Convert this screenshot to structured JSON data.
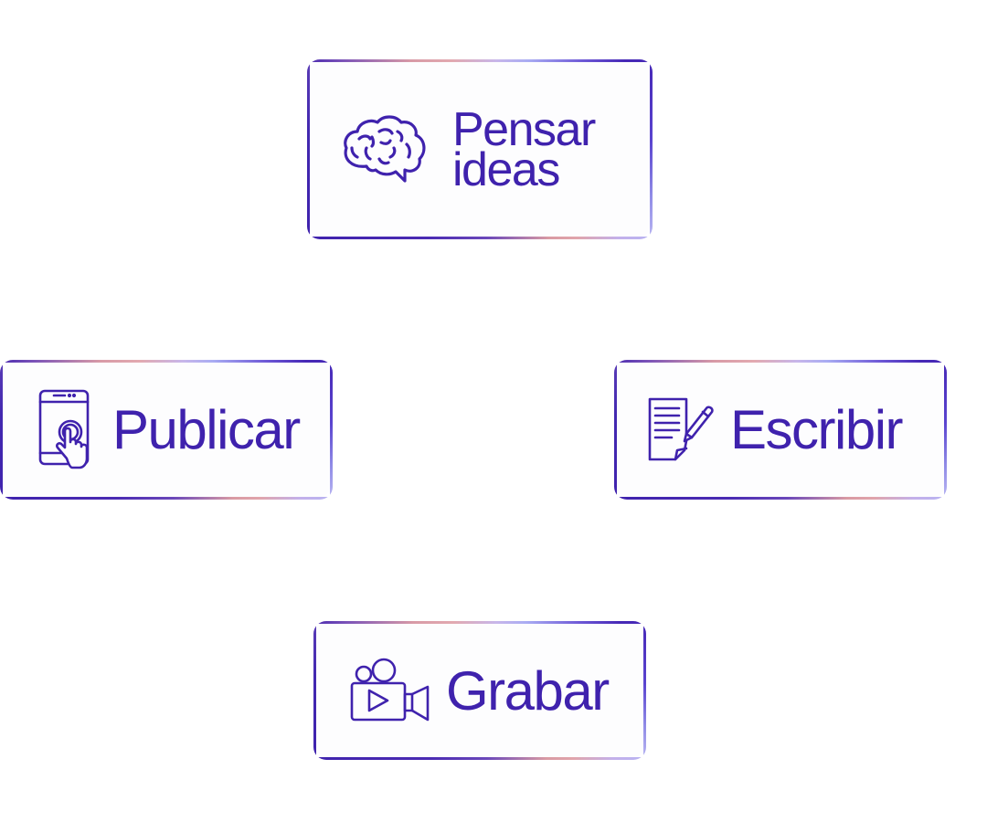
{
  "colors": {
    "text": "#3f22ad",
    "stroke": "#3f22ad",
    "border_purple": "#4628b6",
    "border_pink": "#e0a4ab",
    "border_lavender": "#b7b3f2",
    "background": "#ffffff"
  },
  "cards": [
    {
      "id": "pensar",
      "icon": "brain-icon",
      "label_lines": [
        "Pensar",
        "ideas"
      ]
    },
    {
      "id": "publicar",
      "icon": "tablet-touch-icon",
      "label": "Publicar"
    },
    {
      "id": "escribir",
      "icon": "document-pencil-icon",
      "label": "Escribir"
    },
    {
      "id": "grabar",
      "icon": "video-camera-icon",
      "label": "Grabar"
    }
  ]
}
